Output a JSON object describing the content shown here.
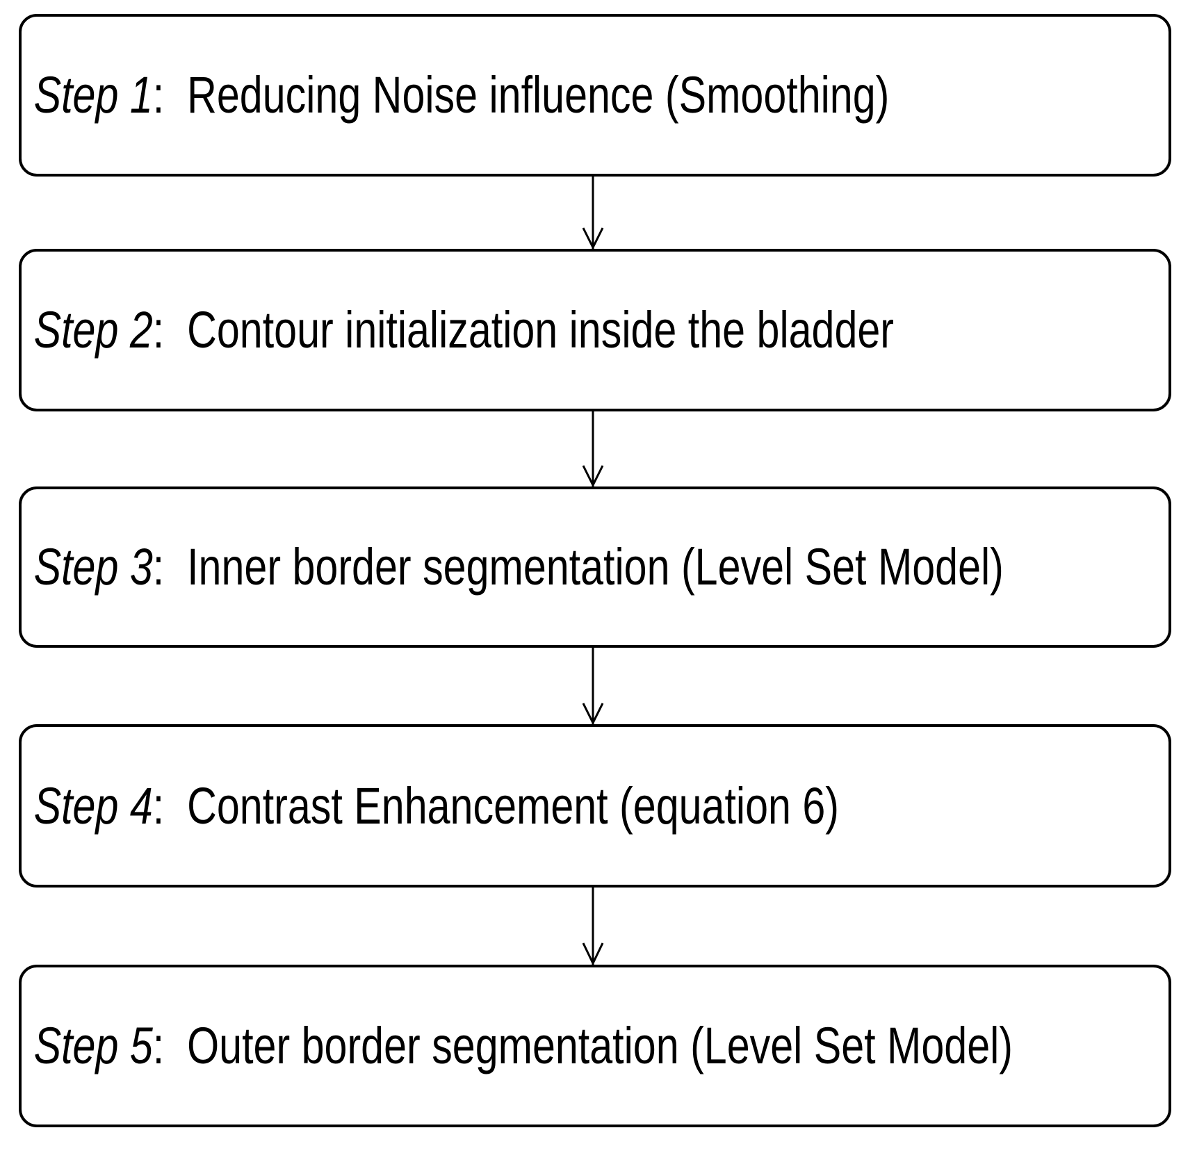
{
  "diagram": {
    "title": "Bladder segmentation pipeline steps",
    "type": "flowchart",
    "orientation": "vertical",
    "colors": {
      "background": "#ffffff",
      "box_border": "#000000",
      "box_fill": "#ffffff",
      "text": "#000000",
      "connector": "#000000"
    },
    "nodes": [
      {
        "id": "step-1",
        "number": "Step 1",
        "separator": ":",
        "text": "Reducing Noise influence (Smoothing)"
      },
      {
        "id": "step-2",
        "number": "Step 2",
        "separator": ":",
        "text": "Contour initialization inside the bladder"
      },
      {
        "id": "step-3",
        "number": "Step 3",
        "separator": ":",
        "text": "Inner border segmentation (Level Set Model)"
      },
      {
        "id": "step-4",
        "number": "Step 4",
        "separator": ":",
        "text": "Contrast Enhancement (equation 6)"
      },
      {
        "id": "step-5",
        "number": "Step 5",
        "separator": ":",
        "text": "Outer border segmentation (Level Set Model)"
      }
    ],
    "connectors": [
      {
        "id": "arrow-1-2",
        "from": "step-1",
        "to": "step-2",
        "icon": "down-arrow-icon"
      },
      {
        "id": "arrow-2-3",
        "from": "step-2",
        "to": "step-3",
        "icon": "down-arrow-icon"
      },
      {
        "id": "arrow-3-4",
        "from": "step-3",
        "to": "step-4",
        "icon": "down-arrow-icon"
      },
      {
        "id": "arrow-4-5",
        "from": "step-4",
        "to": "step-5",
        "icon": "down-arrow-icon"
      }
    ]
  }
}
